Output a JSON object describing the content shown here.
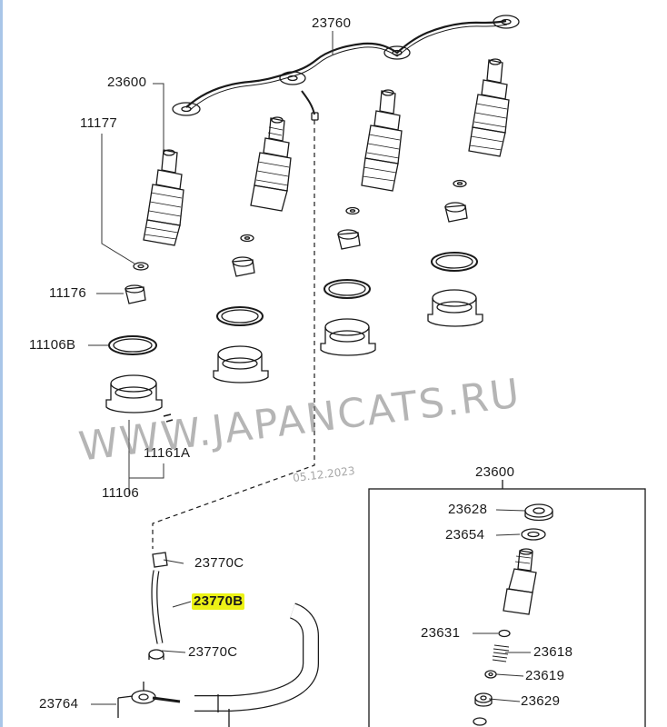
{
  "labels": {
    "l23760": "23760",
    "l23600_top": "23600",
    "l11177": "11177",
    "l11176": "11176",
    "l11106b": "11106B",
    "l11161a": "11161A",
    "l11106": "11106",
    "l23600_box": "23600",
    "l23628": "23628",
    "l23654": "23654",
    "l23770c_top": "23770C",
    "l23770b": "23770B",
    "l23770c_bot": "23770C",
    "l23631": "23631",
    "l23618": "23618",
    "l23619": "23619",
    "l23764": "23764",
    "l23629": "23629"
  },
  "watermark": {
    "text": "WWW.JAPANCATS.RU",
    "date": "05.12.2023"
  },
  "colors": {
    "line": "#1a1a1a",
    "highlight": "#ecf216",
    "leader": "#333333"
  }
}
